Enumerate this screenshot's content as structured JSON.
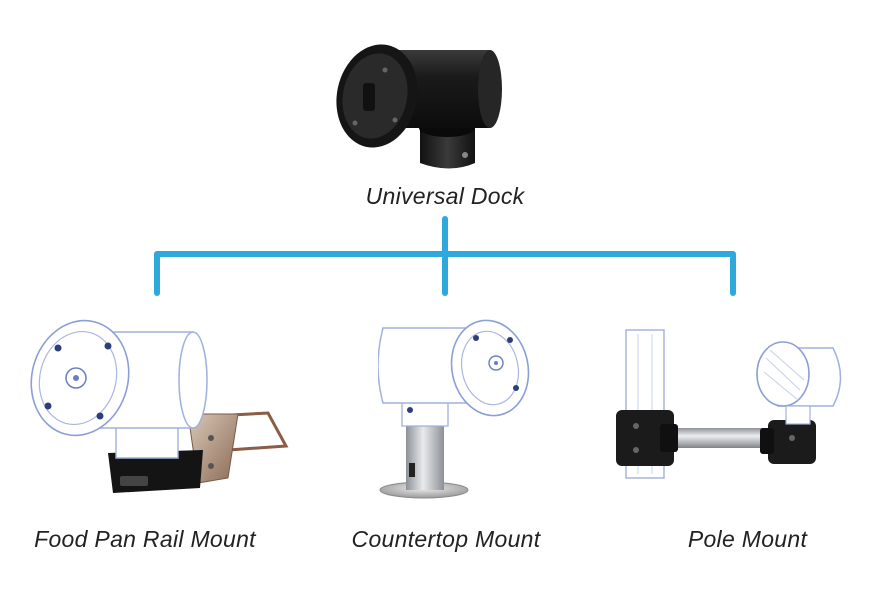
{
  "colors": {
    "connector": "#2fa8dc",
    "label_text": "#222222",
    "dock_black": "#1b1b1b",
    "sketch_blue": "#8fa2d4",
    "metal": "#b9bcc0"
  },
  "root": {
    "label": "Universal Dock",
    "image": "universal-dock-product-photo"
  },
  "children": [
    {
      "label": "Food Pan Rail Mount",
      "image": "food-pan-rail-mount-render"
    },
    {
      "label": "Countertop Mount",
      "image": "countertop-mount-render"
    },
    {
      "label": "Pole Mount",
      "image": "pole-mount-render"
    }
  ]
}
